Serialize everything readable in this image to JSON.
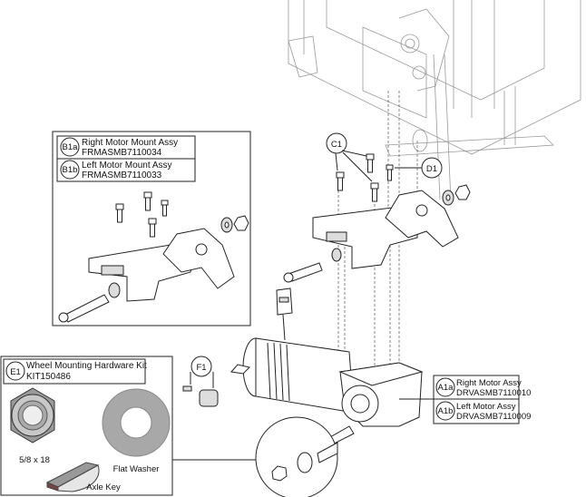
{
  "callouts": {
    "b1a": {
      "id": "B1a",
      "name": "Right Motor Mount Assy",
      "part": "FRMASMB7110034"
    },
    "b1b": {
      "id": "B1b",
      "name": "Left Motor Mount Assy",
      "part": "FRMASMB7110033"
    },
    "a1a": {
      "id": "A1a",
      "name": "Right Motor Assy",
      "part": "DRVASMB7110010"
    },
    "a1b": {
      "id": "A1b",
      "name": "Left Motor Assy",
      "part": "DRVASMB7110009"
    },
    "e1": {
      "id": "E1",
      "name": "Wheel Mounting Hardware Kit",
      "part": "KIT150486"
    },
    "c1": "C1",
    "d1": "D1",
    "f1": "F1"
  },
  "kit_items": {
    "nut": "5/8 x 18",
    "washer": "Flat Washer",
    "key": "Axle Key"
  }
}
